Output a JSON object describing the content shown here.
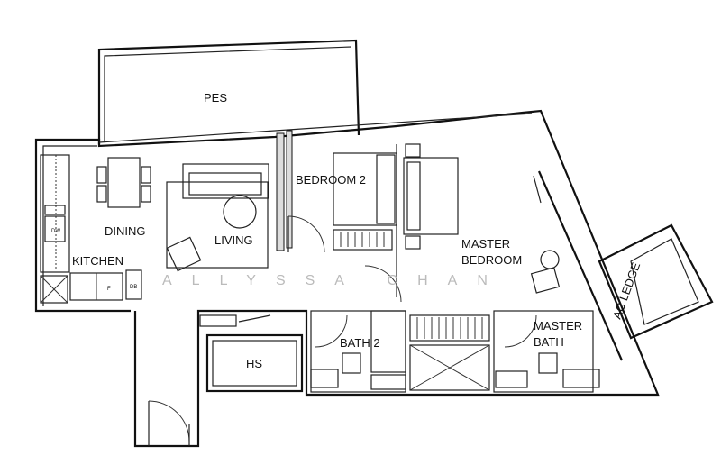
{
  "rooms": {
    "pes": "PES",
    "dining": "DINING",
    "living": "LIVING",
    "kitchen": "KITCHEN",
    "bedroom2": "BEDROOM 2",
    "master_bedroom_line1": "MASTER",
    "master_bedroom_line2": "BEDROOM",
    "bath2": "BATH 2",
    "master_bath_line1": "MASTER",
    "master_bath_line2": "BATH",
    "hs": "HS",
    "ac_ledge": "AC LEDGE"
  },
  "fixtures": {
    "dw": "DW",
    "fridge": "F",
    "db": "DB"
  },
  "watermark": "ALLYSSA CHAN"
}
